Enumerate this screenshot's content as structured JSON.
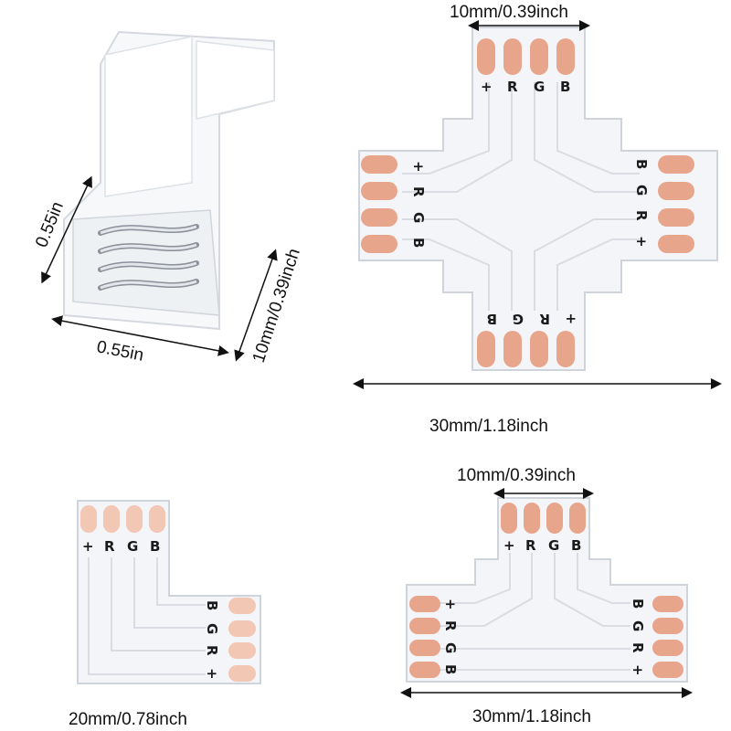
{
  "colors": {
    "board": "#f3f5f8",
    "board_edge": "#cfd4db",
    "trace": "#d9dde3",
    "pad": "#e7a68c",
    "pad_light": "#f2c7b3",
    "connector": "#f7f8fa"
  },
  "dimensions": {
    "clip_width_diag": "0.55in",
    "clip_length": "0.55in",
    "clip_height": "10mm/0.39inch",
    "cross_pin_width": "10mm/0.39inch",
    "cross_total": "30mm/1.18inch",
    "l_total": "20mm/0.78inch",
    "t_pin_width": "10mm/0.39inch",
    "t_total": "30mm/1.18inch"
  },
  "pins": [
    "+",
    "R",
    "G",
    "B"
  ]
}
